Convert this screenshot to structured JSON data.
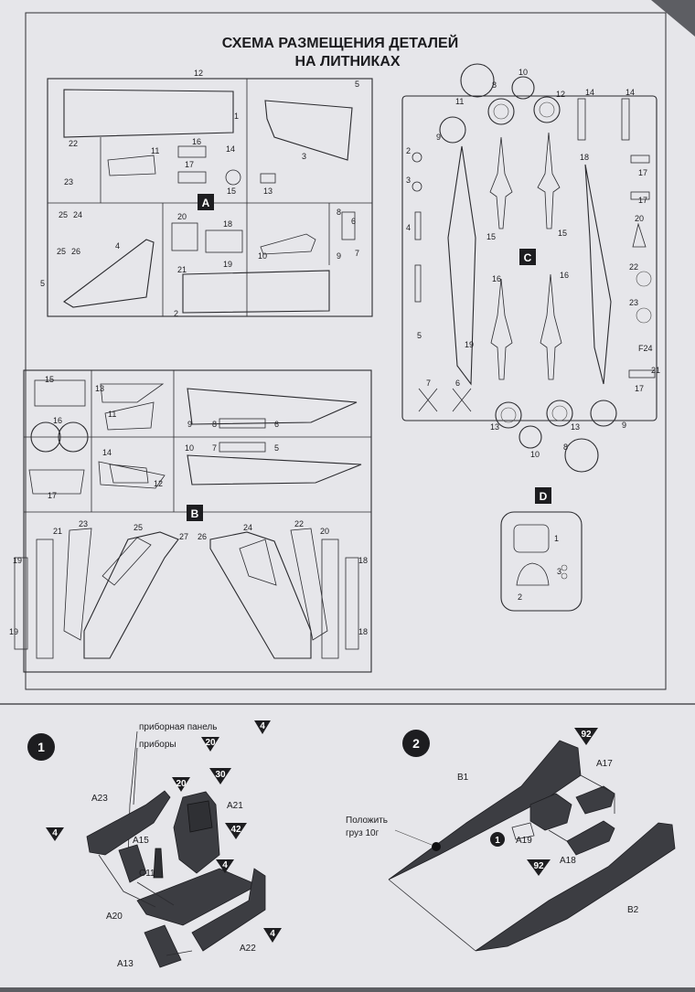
{
  "title": {
    "line1": "СХЕМА РАЗМЕЩЕНИЯ ДЕТАЛЕЙ",
    "line2": "НА ЛИТНИКАХ"
  },
  "sprues": {
    "A": {
      "letter": "A",
      "labels": [
        "12",
        "1",
        "5",
        "3",
        "22",
        "23",
        "11",
        "16",
        "14",
        "17",
        "15",
        "13",
        "25",
        "24",
        "25",
        "26",
        "4",
        "20",
        "18",
        "8",
        "6",
        "21",
        "19",
        "10",
        "9",
        "7",
        "5",
        "2"
      ]
    },
    "B": {
      "letter": "B",
      "labels": [
        "15",
        "13",
        "11",
        "16",
        "14",
        "12",
        "17",
        "9",
        "8",
        "6",
        "10",
        "7",
        "5",
        "21",
        "23",
        "25",
        "27",
        "26",
        "24",
        "22",
        "20",
        "19",
        "19",
        "18",
        "18"
      ]
    },
    "C": {
      "letter": "C",
      "labels": [
        "8",
        "10",
        "11",
        "12",
        "14",
        "14",
        "9",
        "2",
        "3",
        "15",
        "15",
        "18",
        "17",
        "17",
        "20",
        "4",
        "22",
        "16",
        "16",
        "23",
        "5",
        "F24",
        "19",
        "21",
        "17",
        "7",
        "6",
        "13",
        "13",
        "9",
        "10",
        "8"
      ]
    },
    "D": {
      "letter": "D",
      "labels": [
        "1",
        "3",
        "2"
      ]
    }
  },
  "step1": {
    "number": "1",
    "callout_panel": "приборная панель",
    "callout_panel_decal": "4",
    "callout_instruments": "приборы",
    "callout_instruments_decal": "20",
    "decal_left": "4",
    "decal_seat_a": "20",
    "decal_seat_b": "30",
    "decal_seat_c": "42",
    "decal_floor": "4",
    "decal_right": "4",
    "parts": {
      "a23": "A23",
      "a21": "A21",
      "a15": "A15",
      "c11": "C11",
      "a20": "A20",
      "a22": "A22",
      "a13": "A13"
    }
  },
  "step2": {
    "number": "2",
    "decal_top": "92",
    "decal_bottom": "92",
    "sub_assembly_ref": "1",
    "weight_note_l1": "Положить",
    "weight_note_l2": "груз 10г",
    "parts": {
      "b1": "B1",
      "a17": "A17",
      "a19": "A19",
      "a18": "A18",
      "b2": "B2"
    }
  }
}
